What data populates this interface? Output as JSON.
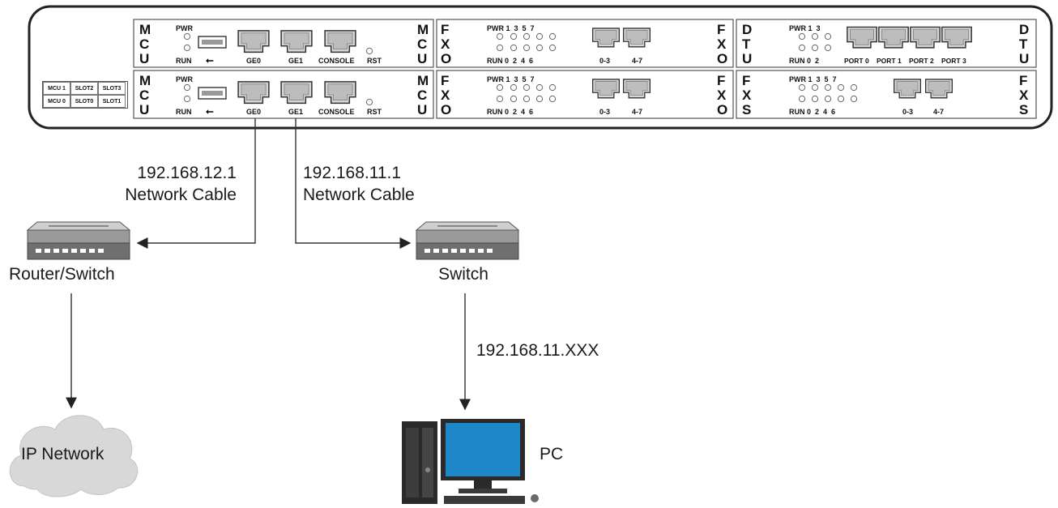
{
  "chassis": {
    "slot_table": [
      "MCU 1",
      "SLOT2",
      "SLOT3",
      "MCU 0",
      "SLOT0",
      "SLOT1"
    ],
    "mcu": {
      "side_letters": [
        "M",
        "C",
        "U"
      ],
      "pwr": "PWR",
      "run": "RUN",
      "usb_symbol": "⭠",
      "ports": [
        "GE0",
        "GE1",
        "CONSOLE"
      ],
      "rst": "RST"
    },
    "fxo": {
      "side_letters": [
        "F",
        "X",
        "O"
      ],
      "led_top": "PWR 1  3  5  7",
      "led_bottom": "RUN 0  2  4  6",
      "ports": [
        "0-3",
        "4-7"
      ]
    },
    "dtu": {
      "side_letters": [
        "D",
        "T",
        "U"
      ],
      "led_top": "PWR 1  3",
      "led_bottom": "RUN 0  2",
      "ports": [
        "PORT 0",
        "PORT 1",
        "PORT 2",
        "PORT 3"
      ]
    },
    "fxs": {
      "side_letters": [
        "F",
        "X",
        "S"
      ],
      "led_top": "PWR 1  3  5  7",
      "led_bottom": "RUN 0  2  4  6",
      "ports": [
        "0-3",
        "4-7"
      ]
    }
  },
  "network": {
    "ge0_ip": "192.168.12.1",
    "ge0_cable": "Network Cable",
    "ge1_ip": "192.168.11.1",
    "ge1_cable": "Network Cable",
    "router_label": "Router/Switch",
    "switch_label": "Switch",
    "pc_ip": "192.168.11.XXX",
    "cloud_label": "IP Network",
    "pc_label": "PC"
  }
}
